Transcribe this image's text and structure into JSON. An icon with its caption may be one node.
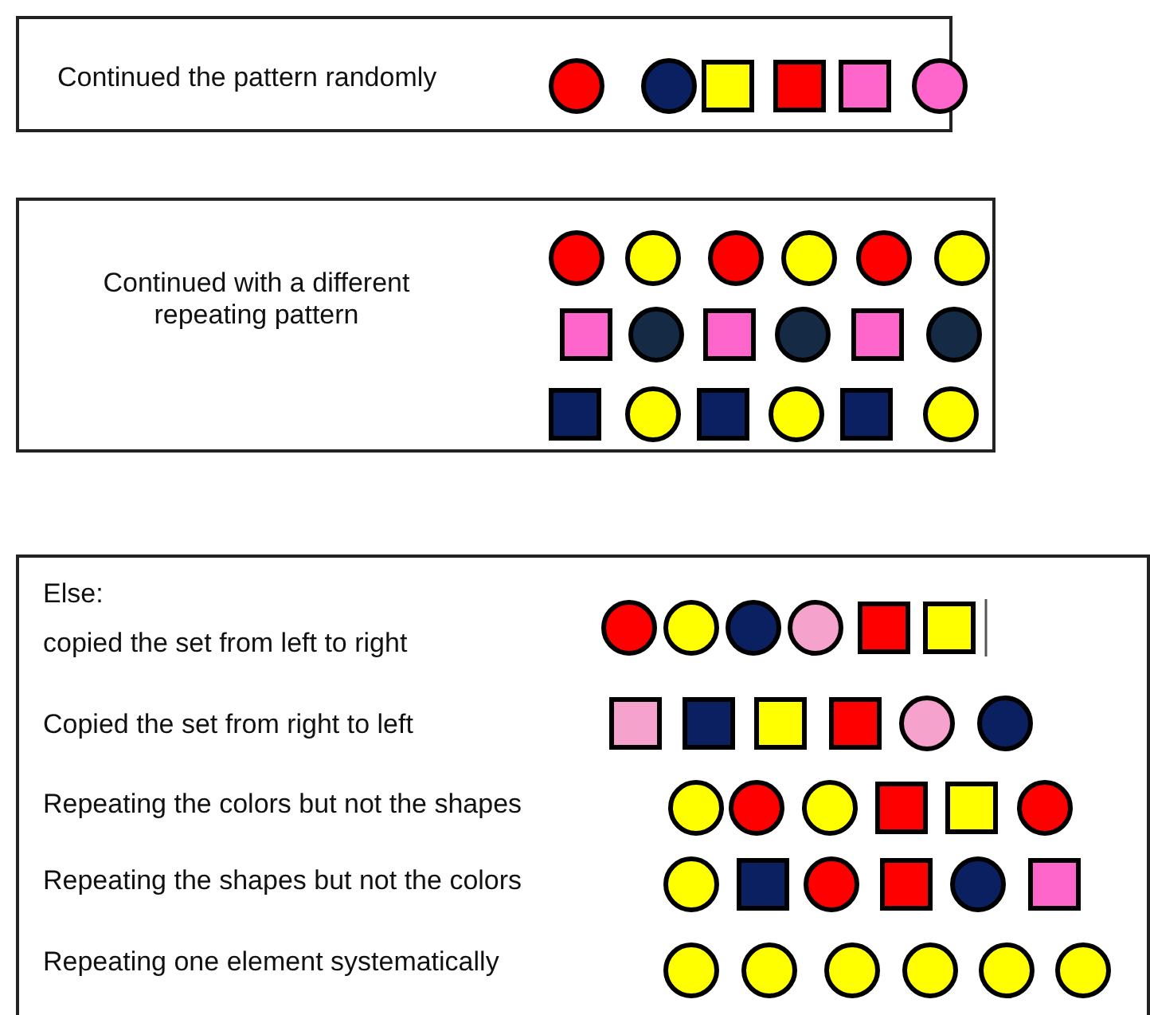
{
  "diagram": {
    "nodes": [
      {
        "text": [
          "Continued the pattern randomly"
        ]
      },
      {
        "text": [
          "Continued with a different repeating pattern"
        ]
      },
      {
        "text": [
          "Else:",
          "copied the set from left to right",
          "Copied the set from right to left",
          "Repeating the colors but not the shapes",
          "Repeating the shapes but not the colors",
          "Repeating one element systematically"
        ]
      }
    ]
  }
}
